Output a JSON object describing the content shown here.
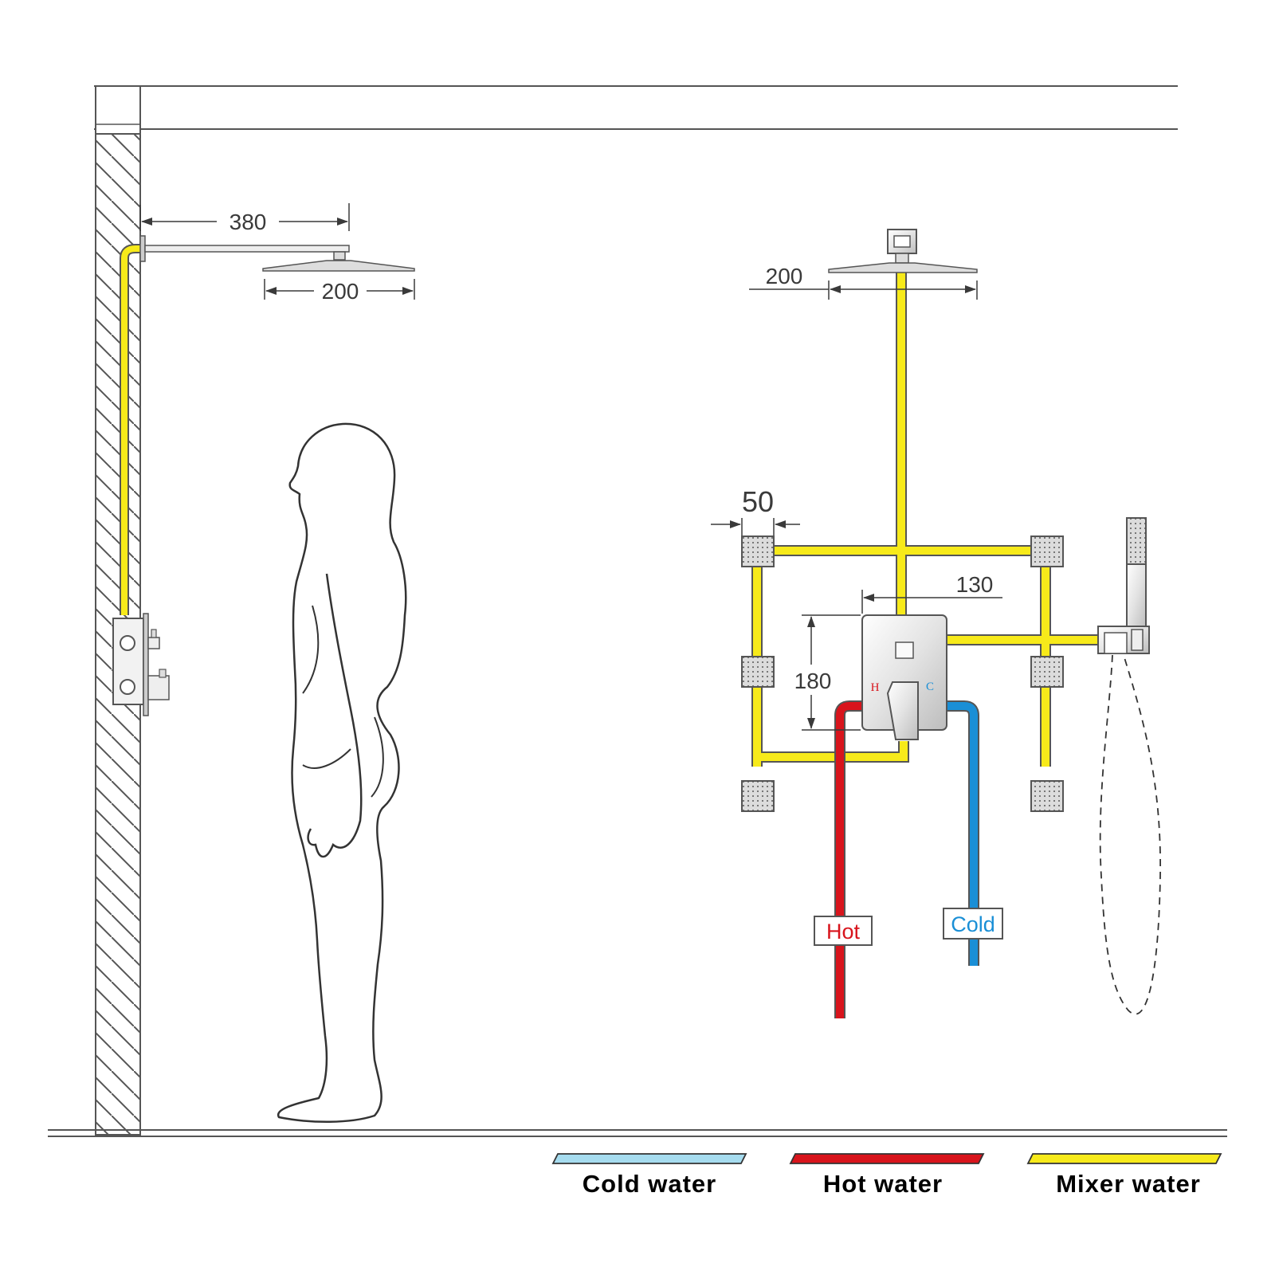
{
  "dimensions": {
    "arm_length": "380",
    "head_width_side": "200",
    "head_width_front": "200",
    "body_jet_size": "50",
    "valve_to_pipe": "130",
    "valve_height": "180"
  },
  "valve": {
    "hot_mark": "H",
    "cold_mark": "C"
  },
  "supply_tags": {
    "hot": "Hot",
    "cold": "Cold"
  },
  "legend": [
    {
      "label": "Cold water",
      "color": "#a6dcef"
    },
    {
      "label": "Hot water",
      "color": "#d8141c"
    },
    {
      "label": "Mixer water",
      "color": "#f7ea1a"
    }
  ],
  "colors": {
    "mixer": "#f7ea1a",
    "hot": "#d8141c",
    "cold": "#1a8fd6",
    "cold_legend": "#a6dcef",
    "outline": "#555555"
  }
}
